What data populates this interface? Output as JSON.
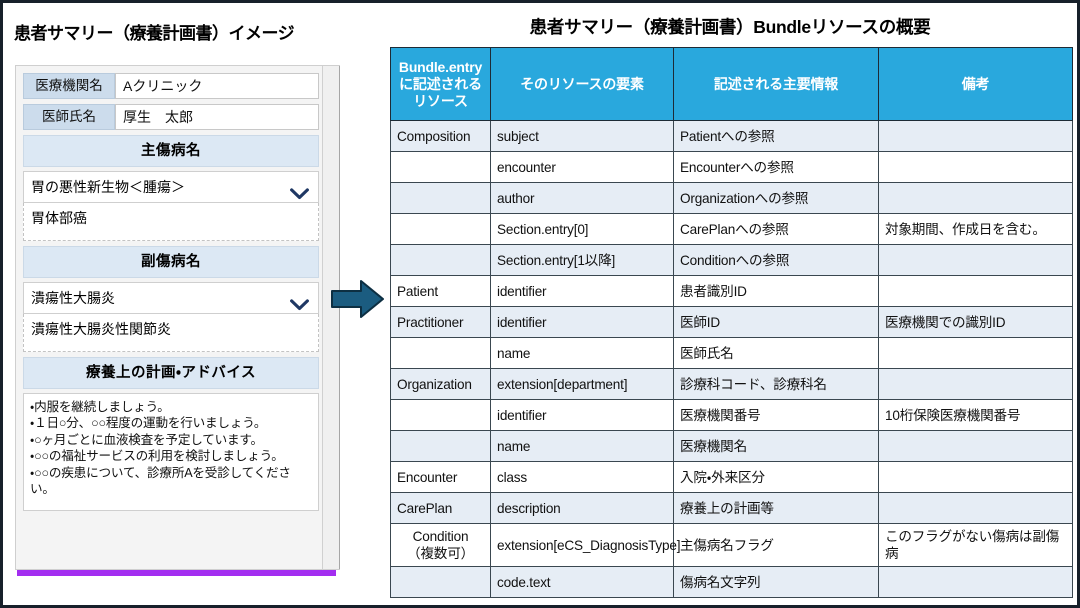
{
  "left_panel": {
    "title": "患者サマリー（療養計画書）イメージ",
    "fields": [
      {
        "label": "医療機関名",
        "value": "Aクリニック"
      },
      {
        "label": "医師氏名",
        "value": "厚生　太郎"
      }
    ],
    "main_diagnosis": {
      "section_title": "主傷病名",
      "selected": "胃の悪性新生物＜腫瘍＞",
      "detail": "胃体部癌",
      "chevron_icon": "chevron-down-icon"
    },
    "sub_diagnosis": {
      "section_title": "副傷病名",
      "selected": "潰瘍性大腸炎",
      "detail": "潰瘍性大腸炎性関節炎",
      "chevron_icon": "chevron-down-icon"
    },
    "advice": {
      "section_title": "療養上の計画・アドバイス",
      "lines": [
        "・内服を継続しましょう。",
        "・１日○分、○○程度の運動を行いましょう。",
        "・○ヶ月ごとに血液検査を予定しています。",
        "・○○の福祉サービスの利用を検討しましょう。",
        "・○○の疾患について、診療所Aを受診してください。"
      ]
    },
    "accent_rule_color": "#A32EF0"
  },
  "arrow": {
    "icon": "right-arrow-icon",
    "color": "#1B5C80"
  },
  "right_panel": {
    "title": "患者サマリー（療養計画書）Bundleリソースの概要",
    "table": {
      "header_color": "#29A8DD",
      "stripe_color": "#E6EDF5",
      "columns": [
        "Bundle.entry\nに記述される\nリソース",
        "そのリソースの要素",
        "記述される主要情報",
        "備考"
      ],
      "columns_lines": [
        [
          "Bundle.entry",
          "に記述される",
          "リソース"
        ],
        [
          "そのリソースの要素"
        ],
        [
          "記述される主要情報"
        ],
        [
          "備考"
        ]
      ],
      "rows": [
        {
          "resource": "Composition",
          "element": "subject",
          "info": "Patientへの参照",
          "note": ""
        },
        {
          "resource": "",
          "element": "encounter",
          "info": "Encounterへの参照",
          "note": ""
        },
        {
          "resource": "",
          "element": "author",
          "info": "Organizationへの参照",
          "note": ""
        },
        {
          "resource": "",
          "element": "Section.entry[0]",
          "info": "CarePlanへの参照",
          "note": "対象期間、作成日を含む。"
        },
        {
          "resource": "",
          "element": "Section.entry[1以降]",
          "info": "Conditionへの参照",
          "note": ""
        },
        {
          "resource": "Patient",
          "element": "identifier",
          "info": "患者識別ID",
          "note": ""
        },
        {
          "resource": "Practitioner",
          "element": "identifier",
          "info": "医師ID",
          "note": "医療機関での識別ID"
        },
        {
          "resource": "",
          "element": "name",
          "info": "医師氏名",
          "note": ""
        },
        {
          "resource": "Organization",
          "element": "extension[department]",
          "info": "診療科コード、診療科名",
          "note": ""
        },
        {
          "resource": "",
          "element": "identifier",
          "info": "医療機関番号",
          "note": "10桁保険医療機関番号"
        },
        {
          "resource": "",
          "element": "name",
          "info": "医療機関名",
          "note": ""
        },
        {
          "resource": "Encounter",
          "element": "class",
          "info": "入院・外来区分",
          "note": ""
        },
        {
          "resource": "CarePlan",
          "element": "description",
          "info": "療養上の計画等",
          "note": ""
        },
        {
          "resource": "Condition\n（複数可）",
          "element": "extension[eCS_DiagnosisType]",
          "info": "主傷病名フラグ",
          "note": "このフラグがない傷病は副傷病"
        },
        {
          "resource": "",
          "element": "code.text",
          "info": "傷病名文字列",
          "note": ""
        }
      ]
    }
  }
}
